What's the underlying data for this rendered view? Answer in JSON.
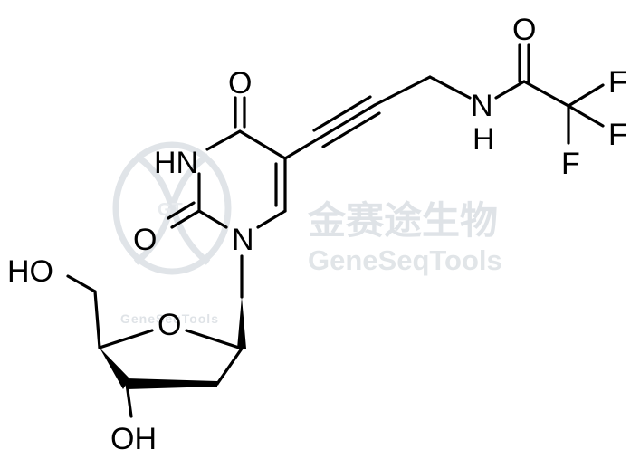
{
  "watermark": {
    "brand_cn": "金赛途生物",
    "brand_en": "GeneSeqTools",
    "brand_small": "GeneSeqTools",
    "logo_text": "GT"
  },
  "molecule": {
    "atoms": {
      "o_c4": "O",
      "hn3": "HN",
      "o_c2": "O",
      "n1": "N",
      "nh_n": "N",
      "nh_h": "H",
      "o_amide": "O",
      "f1": "F",
      "f2": "F",
      "f3": "F",
      "ho_5p": "HO",
      "o_ring": "O",
      "oh_3p": "OH"
    }
  },
  "colors": {
    "ink": "#000000",
    "watermark": "#dfe3e7",
    "background": "#ffffff"
  }
}
